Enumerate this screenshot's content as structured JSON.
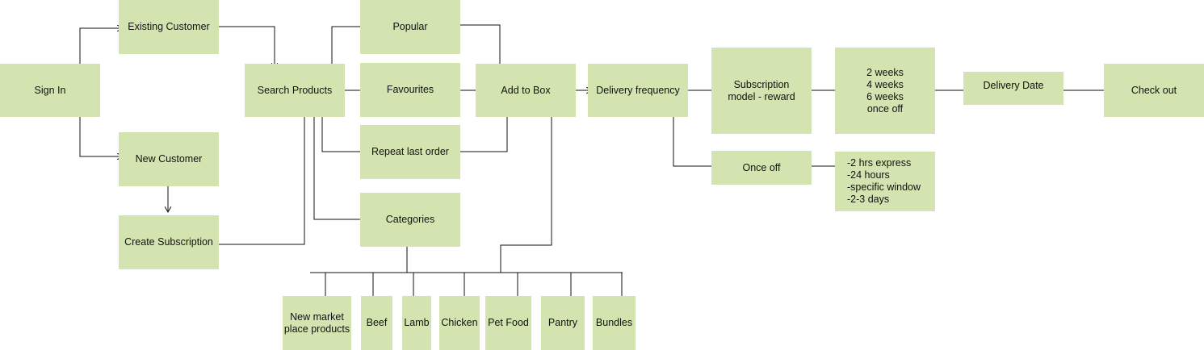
{
  "nodes": {
    "sign_in": "Sign In",
    "existing_customer": "Existing Customer",
    "new_customer": "New Customer",
    "create_subscription": "Create Subscription",
    "search_products": "Search Products",
    "popular": "Popular",
    "favourites": "Favourites",
    "repeat_last_order": "Repeat last order",
    "categories": "Categories",
    "add_to_box": "Add to Box",
    "delivery_frequency": "Delivery frequency",
    "subscription_model": "Subscription\nmodel - reward",
    "once_off": "Once off",
    "weeks_options": "2 weeks\n4 weeks\n6 weeks\nonce off",
    "delivery_options": "-2 hrs express\n-24 hours\n-specific window\n-2-3 days",
    "delivery_date": "Delivery Date",
    "check_out": "Check out",
    "new_market": "New market\nplace products",
    "beef": "Beef",
    "lamb": "Lamb",
    "chicken": "Chicken",
    "pet_food": "Pet Food",
    "pantry": "Pantry",
    "bundles": "Bundles"
  },
  "colors": {
    "box_fill": "#d4e4b0",
    "line": "#111111"
  }
}
